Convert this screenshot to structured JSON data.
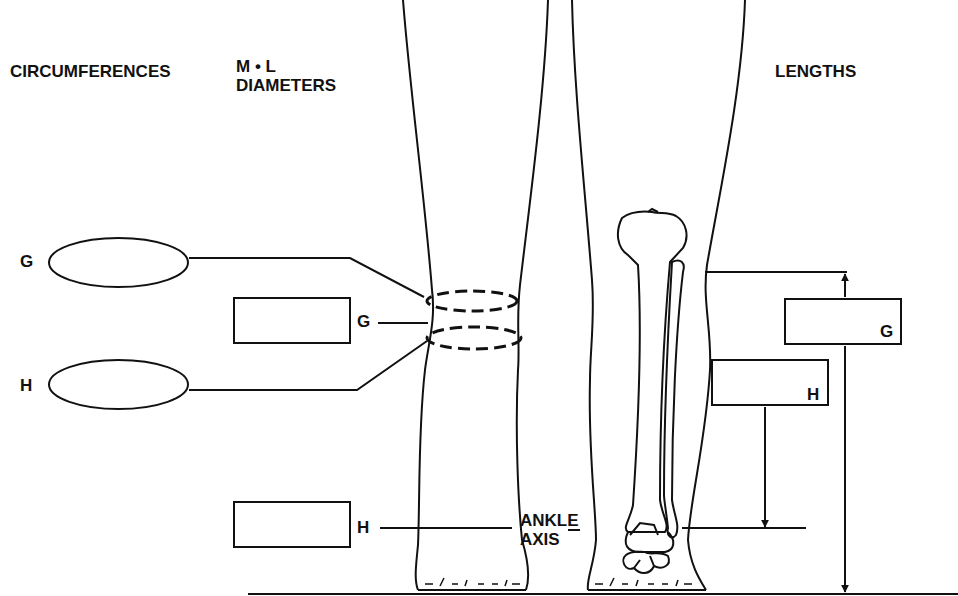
{
  "diagram": {
    "nodes": [
      {
        "text": [
          "G"
        ]
      },
      {
        "text": [
          "G"
        ]
      },
      {
        "text": [
          "G"
        ]
      },
      {
        "text": [
          "H"
        ]
      },
      {
        "text": [
          "H"
        ]
      },
      {
        "text": [
          "H"
        ]
      }
    ],
    "labels": [
      "CIRCUMFERENCES",
      "M • L DIAMETERS",
      "LENGTHS",
      "ANKLE AXIS"
    ]
  }
}
